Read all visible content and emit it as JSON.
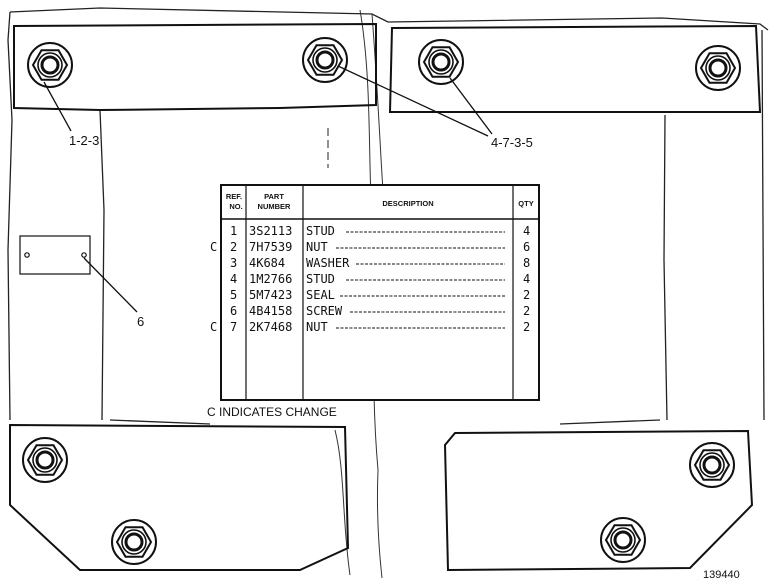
{
  "callouts": {
    "lower_left": "1-2-3",
    "upper_right": "4-7-3-5",
    "plate": "6"
  },
  "table": {
    "headers": {
      "ref_line1": "REF.",
      "ref_line2": "NO.",
      "part_line1": "PART",
      "part_line2": "NUMBER",
      "description": "DESCRIPTION",
      "qty": "QTY"
    },
    "rows": [
      {
        "change": "",
        "ref": "1",
        "part": "3S2113",
        "desc": "STUD",
        "qty": "4"
      },
      {
        "change": "C",
        "ref": "2",
        "part": "7H7539",
        "desc": "NUT",
        "qty": "6"
      },
      {
        "change": "",
        "ref": "3",
        "part": "4K684",
        "desc": "WASHER",
        "qty": "8"
      },
      {
        "change": "",
        "ref": "4",
        "part": "1M2766",
        "desc": "STUD",
        "qty": "4"
      },
      {
        "change": "",
        "ref": "5",
        "part": "5M7423",
        "desc": "SEAL",
        "qty": "2"
      },
      {
        "change": "",
        "ref": "6",
        "part": "4B4158",
        "desc": "SCREW",
        "qty": "2"
      },
      {
        "change": "C",
        "ref": "7",
        "part": "2K7468",
        "desc": "NUT",
        "qty": "2"
      }
    ]
  },
  "change_note": "C INDICATES CHANGE",
  "drawing_number": "139440"
}
